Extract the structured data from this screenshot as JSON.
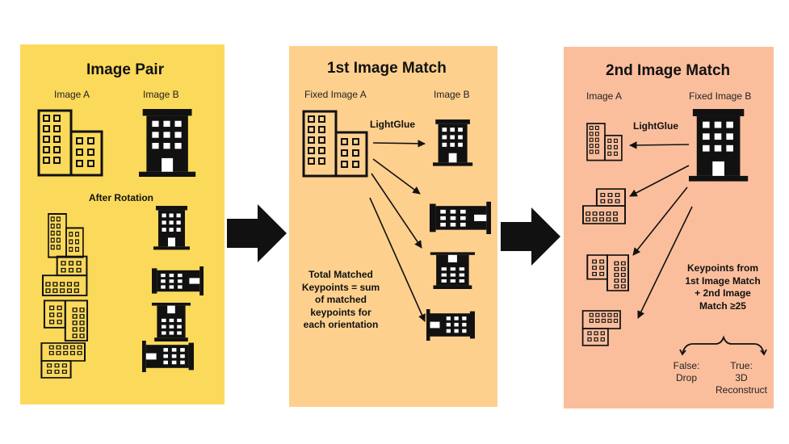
{
  "panels": {
    "image_pair": {
      "title": "Image Pair",
      "image_a_label": "Image A",
      "image_b_label": "Image B",
      "after_rotation": "After Rotation"
    },
    "first_match": {
      "title": "1st Image Match",
      "fixed_a_label": "Fixed Image A",
      "image_b_label": "Image B",
      "matcher": "LightGlue",
      "note": "Total Matched Keypoints = sum of matched keypoints for each orientation"
    },
    "second_match": {
      "title": "2nd Image Match",
      "image_a_label": "Image A",
      "fixed_b_label": "Fixed Image B",
      "matcher": "LightGlue",
      "condition": "Keypoints from 1st Image Match + 2nd Image Match ≥25",
      "false_label": "False:",
      "false_action": "Drop",
      "true_label": "True:",
      "true_action": "3D Reconstruct"
    }
  },
  "colors": {
    "panel1": "#fbd95b",
    "panel2": "#fdd08e",
    "panel3": "#fbbe9c",
    "building": "#111111"
  }
}
